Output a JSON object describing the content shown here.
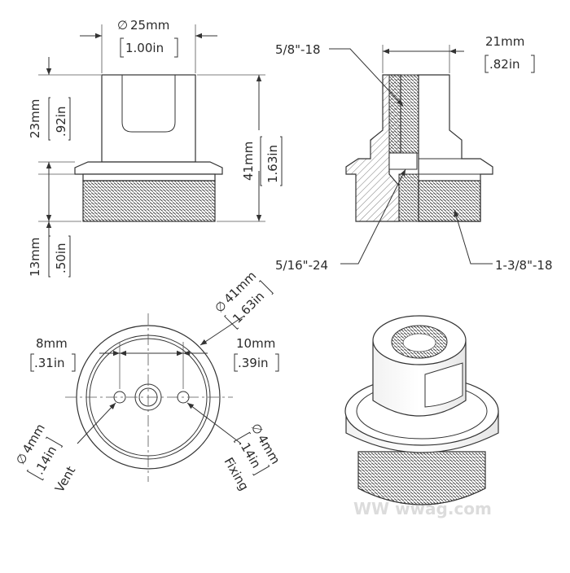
{
  "front_view": {
    "top_diameter": {
      "symbol": "∅",
      "mm": "25mm",
      "inch": "1.00in"
    },
    "upper_height": {
      "mm": "23mm",
      "inch": ".92in"
    },
    "total_height": {
      "mm": "41mm",
      "inch": "1.63in"
    },
    "thread_height": {
      "mm": "13mm",
      "inch": ".50in"
    }
  },
  "section_view": {
    "top_thread": "5/8\"-18",
    "top_width": {
      "mm": "21mm",
      "inch": ".82in"
    },
    "inner_thread": "5/16\"-24",
    "outer_thread": "1-3/8\"-18"
  },
  "bottom_view": {
    "outer_diameter": {
      "symbol": "∅",
      "mm": "41mm",
      "inch": "1.63in"
    },
    "left_offset": {
      "mm": "8mm",
      "inch": ".31in"
    },
    "right_offset": {
      "mm": "10mm",
      "inch": ".39in"
    },
    "vent_hole": {
      "symbol": "∅",
      "mm": "4mm",
      "inch": ".14in",
      "label": "Vent"
    },
    "fixing_hole": {
      "symbol": "∅",
      "mm": "4mm",
      "inch": ".14in",
      "label": "Fixing"
    }
  },
  "watermark": "WW wwag.com"
}
